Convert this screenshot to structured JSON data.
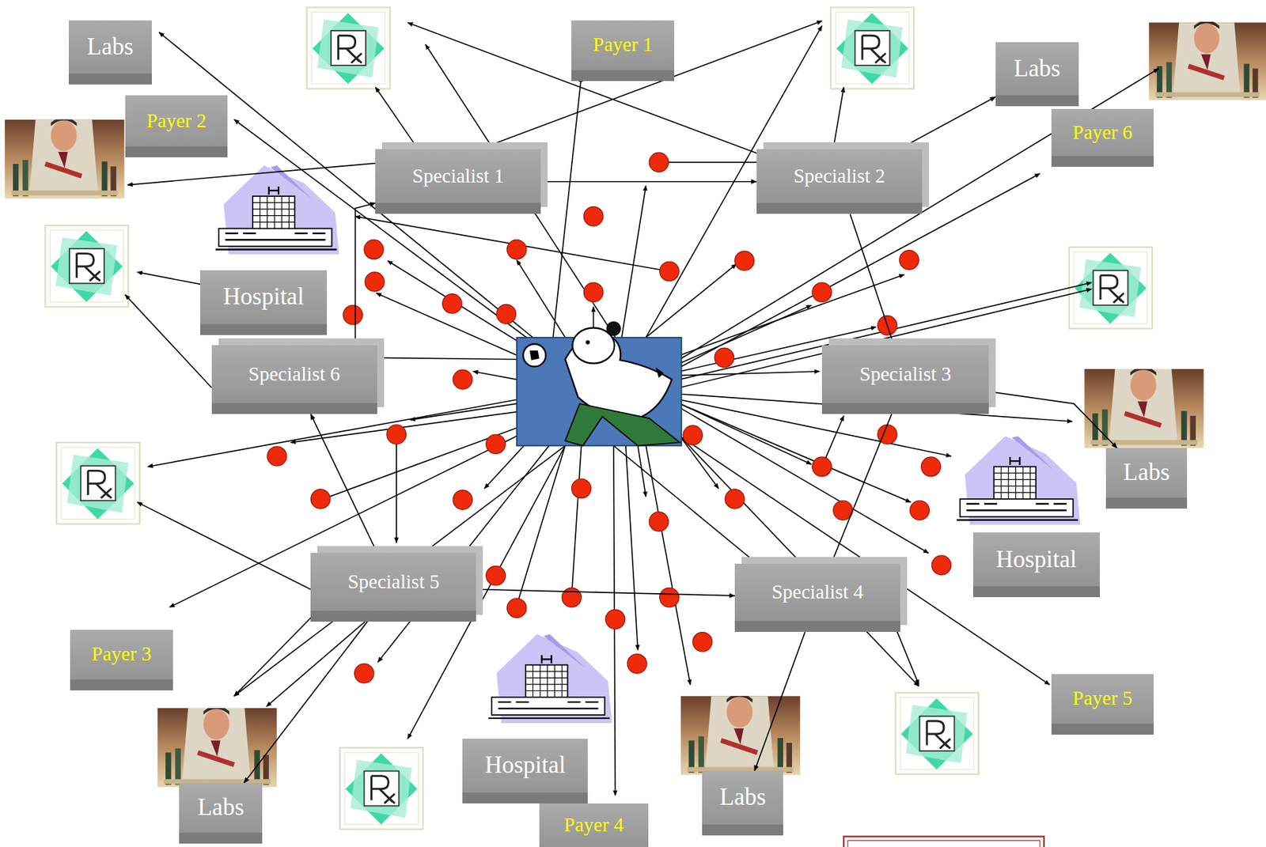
{
  "diagram": {
    "nodes": [
      {
        "text": [
          "Labs"
        ]
      },
      {
        "text": [
          "Payer 1"
        ]
      },
      {
        "text": [
          "Labs"
        ]
      },
      {
        "text": [
          "Payer 2"
        ]
      },
      {
        "text": [
          "Payer 6"
        ]
      },
      {
        "text": [
          "Specialist 1"
        ]
      },
      {
        "text": [
          "Specialist 2"
        ]
      },
      {
        "text": [
          "Hospital"
        ]
      },
      {
        "text": [
          "Specialist 6"
        ]
      },
      {
        "text": [
          "Specialist 3"
        ]
      },
      {
        "text": [
          "Labs"
        ]
      },
      {
        "text": [
          "Hospital"
        ]
      },
      {
        "text": [
          "Specialist 5"
        ]
      },
      {
        "text": [
          "Specialist 4"
        ]
      },
      {
        "text": [
          "Payer 3"
        ]
      },
      {
        "text": [
          "Payer 5"
        ]
      },
      {
        "text": [
          "Hospital"
        ]
      },
      {
        "text": [
          "Labs"
        ]
      },
      {
        "text": [
          "Labs"
        ]
      },
      {
        "text": [
          "Payer 4"
        ]
      }
    ],
    "edges": [
      {
        "from": 5,
        "to": 6,
        "arrow": "to"
      },
      {
        "from": 6,
        "to": 9,
        "arrow": "to"
      },
      {
        "from": 9,
        "to": 13,
        "arrow": "to"
      },
      {
        "from": 12,
        "to": 13,
        "arrow": "to"
      },
      {
        "from": 12,
        "to": 8,
        "arrow": "to"
      },
      {
        "from": 8,
        "to": 5,
        "arrow": "to"
      },
      {
        "from": 6,
        "to": 2,
        "arrow": "to"
      },
      {
        "from": 9,
        "to": 10,
        "arrow": "to"
      },
      {
        "from": 13,
        "to": 17,
        "arrow": "to"
      },
      {
        "from": 12,
        "to": 18,
        "arrow": "to"
      }
    ]
  }
}
